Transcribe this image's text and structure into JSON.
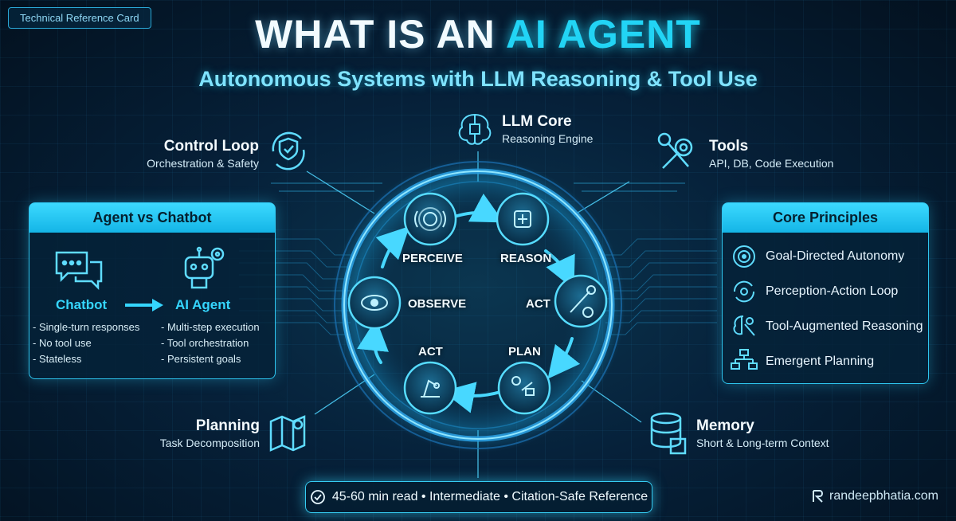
{
  "tag": "Technical Reference Card",
  "title": {
    "part1": "WHAT IS AN ",
    "highlight": "AI AGENT"
  },
  "subtitle": "Autonomous Systems with LLM Reasoning & Tool Use",
  "callouts": {
    "llm_core": {
      "title": "LLM Core",
      "sub": "Reasoning Engine",
      "icon": "brain-chip-icon"
    },
    "control_loop": {
      "title": "Control Loop",
      "sub": "Orchestration & Safety",
      "icon": "shield-cycle-icon"
    },
    "tools": {
      "title": "Tools",
      "sub": "API, DB, Code Execution",
      "icon": "wrench-gear-icon"
    },
    "planning": {
      "title": "Planning",
      "sub": "Task Decomposition",
      "icon": "map-pin-icon"
    },
    "memory": {
      "title": "Memory",
      "sub": "Short & Long-term Context",
      "icon": "database-chip-icon"
    }
  },
  "cycle": {
    "perceive": "PERCEIVE",
    "reason": "REASON",
    "act_right": "ACT",
    "plan": "PLAN",
    "act_bottom": "ACT",
    "observe": "OBSERVE"
  },
  "agent_vs_chatbot": {
    "header": "Agent vs Chatbot",
    "chatbot": {
      "label": "Chatbot",
      "points": [
        "- Single-turn responses",
        "- No tool use",
        "- Stateless"
      ]
    },
    "agent": {
      "label": "AI Agent",
      "points": [
        "- Multi-step execution",
        "- Tool orchestration",
        "- Persistent goals"
      ]
    }
  },
  "core_principles": {
    "header": "Core Principles",
    "items": [
      "Goal-Directed Autonomy",
      "Perception-Action Loop",
      "Tool-Augmented Reasoning",
      "Emergent Planning"
    ]
  },
  "footer": "45-60 min read • Intermediate • Citation-Safe Reference",
  "brand": "randeepbhatia.com",
  "colors": {
    "accent": "#22d4f5",
    "panel_border": "#2ec5ef",
    "background": "#06213a"
  }
}
